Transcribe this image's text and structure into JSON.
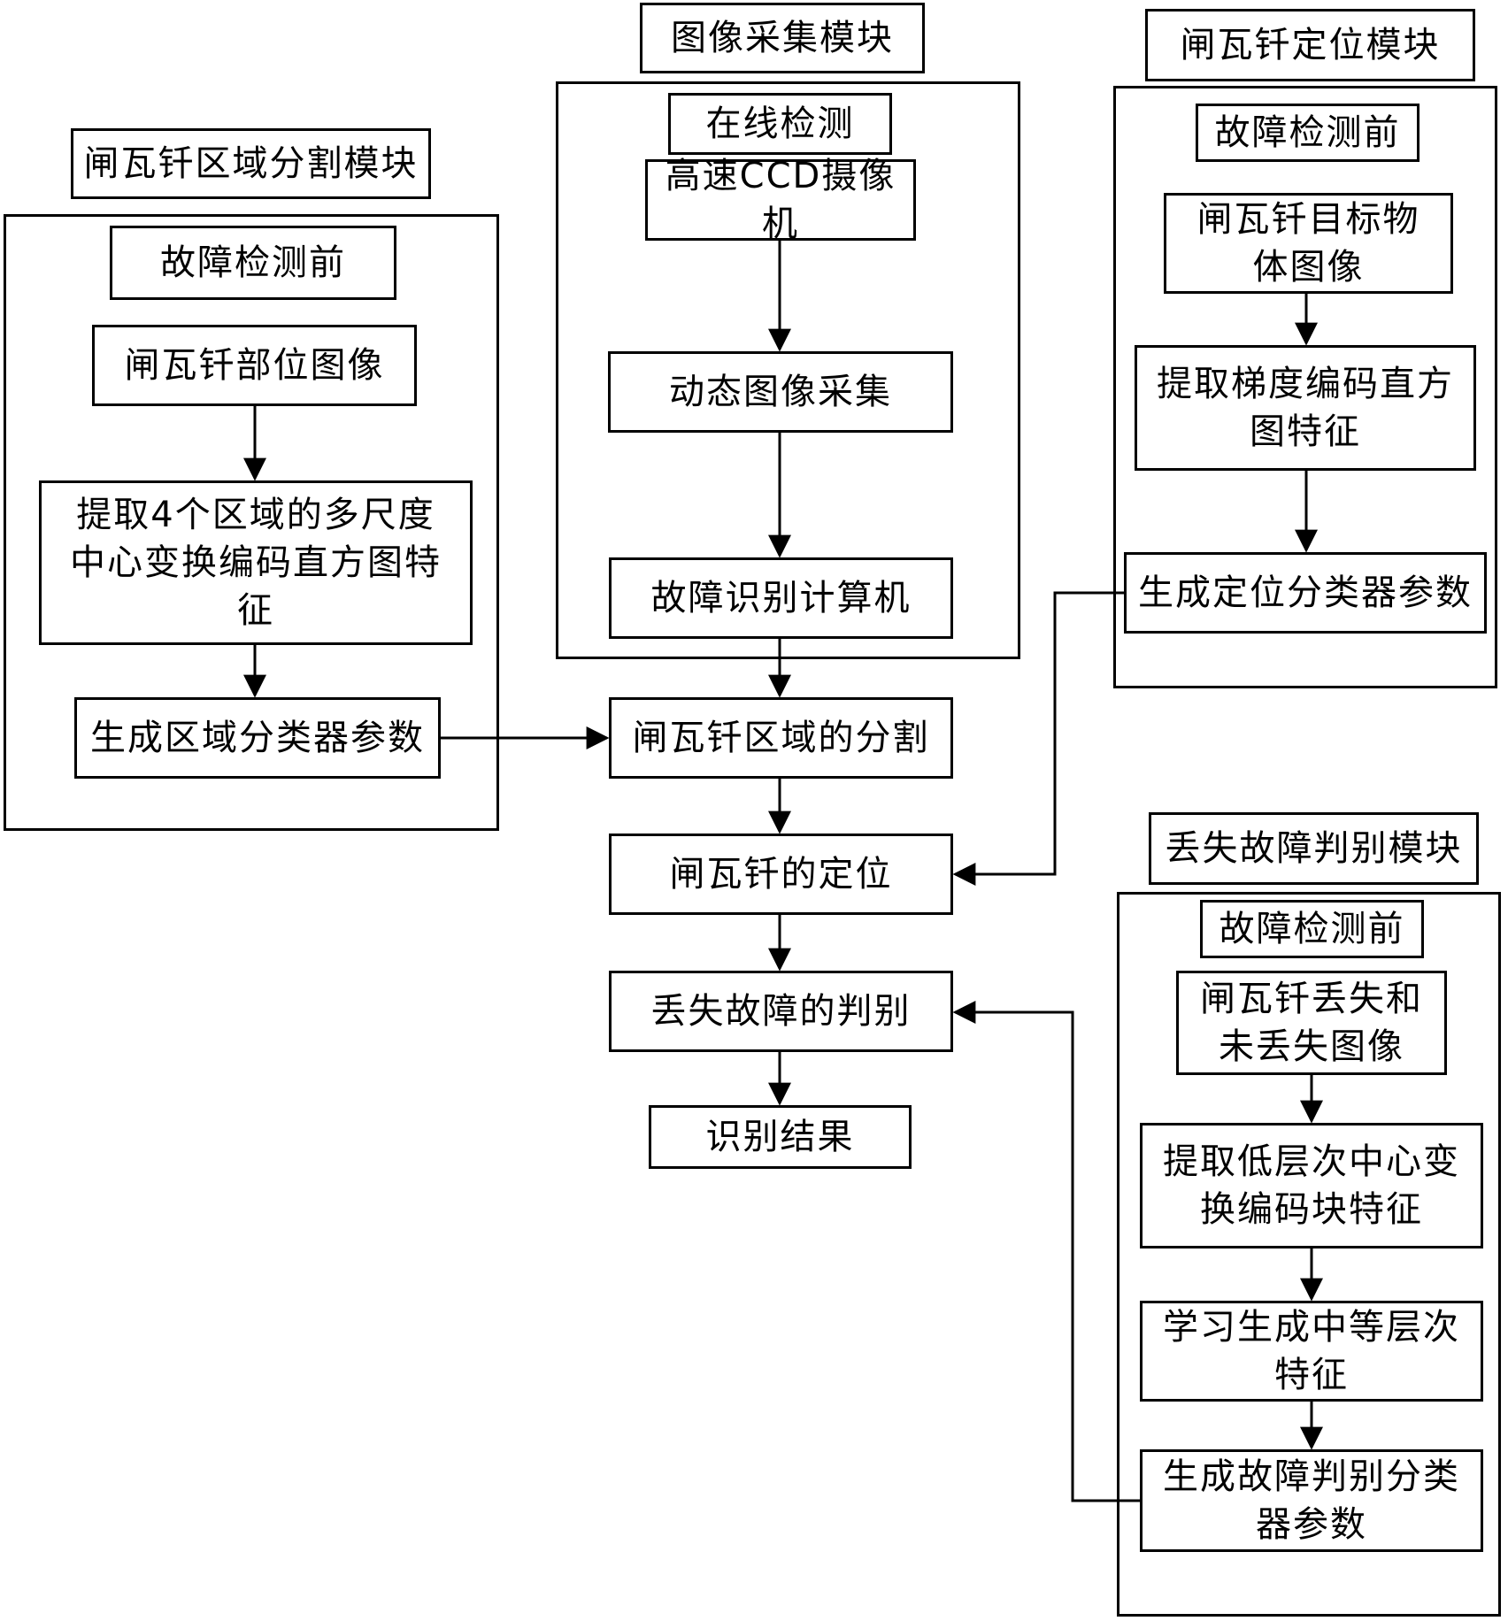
{
  "modules": {
    "segmentation": {
      "title": "闸瓦钎区域分割模块",
      "stage": "故障检测前",
      "steps": [
        "闸瓦钎部位图像",
        "提取4个区域的多尺度中心变换编码直方图特征",
        "生成区域分类器参数"
      ]
    },
    "acquisition": {
      "title": "图像采集模块",
      "stage": "在线检测",
      "steps": [
        "高速CCD摄像机",
        "动态图像采集",
        "故障识别计算机"
      ]
    },
    "localization": {
      "title": "闸瓦钎定位模块",
      "stage": "故障检测前",
      "steps": [
        "闸瓦钎目标物体图像",
        "提取梯度编码直方图特征",
        "生成定位分类器参数"
      ]
    },
    "loss_detection": {
      "title": "丢失故障判别模块",
      "stage": "故障检测前",
      "steps": [
        "闸瓦钎丢失和未丢失图像",
        "提取低层次中心变换编码块特征",
        "学习生成中等层次特征",
        "生成故障判别分类器参数"
      ]
    }
  },
  "pipeline": [
    "闸瓦钎区域的分割",
    "闸瓦钎的定位",
    "丢失故障的判别",
    "识别结果"
  ]
}
